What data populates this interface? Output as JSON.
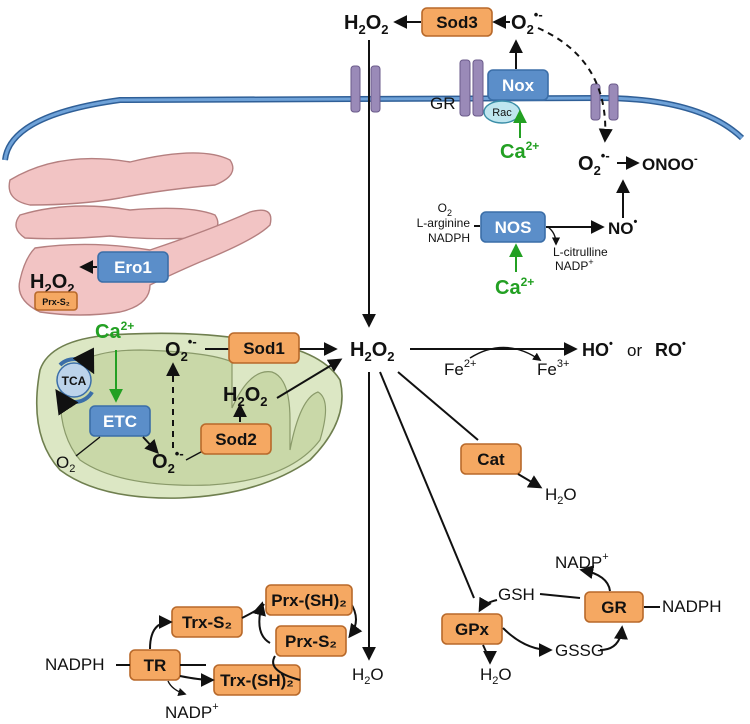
{
  "labels": {
    "h2o2": "H₂O₂",
    "h2o2_prefix": "H",
    "o2rad": "O",
    "onoo": "ONOO",
    "no": "NO",
    "ho": "HO",
    "or": "or",
    "ro": "RO",
    "fe2": "Fe",
    "fe3": "Fe",
    "h2o": "H",
    "gsh": "GSH",
    "gssg": "GSSG",
    "nadph": "NADPH",
    "nadp": "NADP",
    "gr_membrane": "GR",
    "o2": "O",
    "l_arginine": "L-arginine",
    "nadph_small": "NADPH",
    "l_citrulline": "L-citrulline",
    "ca": "Ca",
    "ca_sup": "2+",
    "tca": "TCA"
  },
  "enzymes": {
    "sod3": "Sod3",
    "nox": "Nox",
    "rac": "Rac",
    "nos": "NOS",
    "ero1": "Ero1",
    "prx_s2_er": "Prx-S₂",
    "sod1": "Sod1",
    "sod2": "Sod2",
    "etc": "ETC",
    "cat": "Cat",
    "gpx": "GPx",
    "gr": "GR",
    "tr": "TR",
    "trx_s2": "Trx-S₂",
    "trx_sh2": "Trx-(SH)₂",
    "prx_sh2": "Prx-(SH)₂",
    "prx_s2": "Prx-S₂"
  },
  "colors": {
    "enzyme_orange": "#f5a862",
    "enzyme_blue": "#5b8ec9",
    "calcium_green": "#23a023",
    "membrane_blue": "#5b8ec9",
    "er_pink": "#f2c4c4",
    "mito_green": "#dce7c4",
    "channel_purple": "#9a8ab8"
  }
}
